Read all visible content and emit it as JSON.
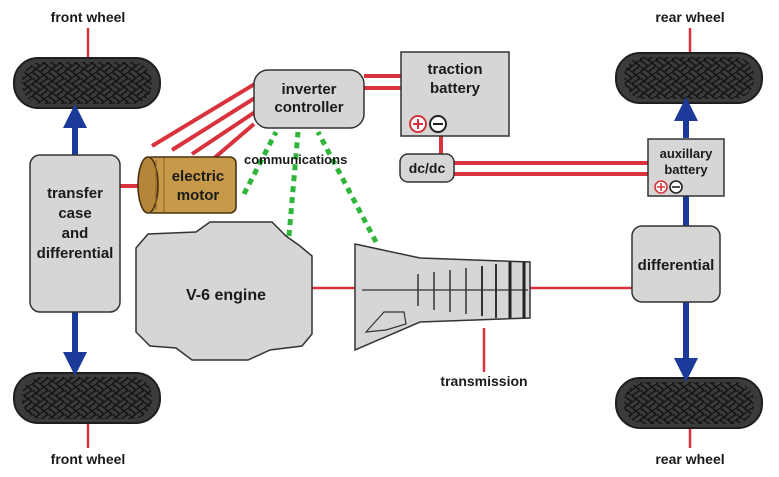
{
  "labels": {
    "front_wheel_top": "front wheel",
    "front_wheel_bottom": "front wheel",
    "rear_wheel_top": "rear wheel",
    "rear_wheel_bottom": "rear wheel",
    "inverter_line1": "inverter",
    "inverter_line2": "controller",
    "traction_line1": "traction",
    "traction_line2": "battery",
    "communications": "communications",
    "dcdc": "dc/dc",
    "aux_line1": "auxillary",
    "aux_line2": "battery",
    "motor_line1": "electric",
    "motor_line2": "motor",
    "transfer_line1": "transfer",
    "transfer_line2": "case",
    "transfer_line3": "and",
    "transfer_line4": "differential",
    "engine": "V-6 engine",
    "differential": "differential",
    "transmission": "transmission"
  },
  "colors": {
    "power_wire": "#d8333c",
    "communications": "#2fb53a",
    "axle_arrow": "#1b3a9a",
    "component_fill": "#d6d6d6",
    "motor_fill": "#c79a4a",
    "tire": "#3b3b3b"
  },
  "icons": [
    "plus-terminal-icon",
    "minus-terminal-icon",
    "tire-icon",
    "double-arrow-icon"
  ]
}
